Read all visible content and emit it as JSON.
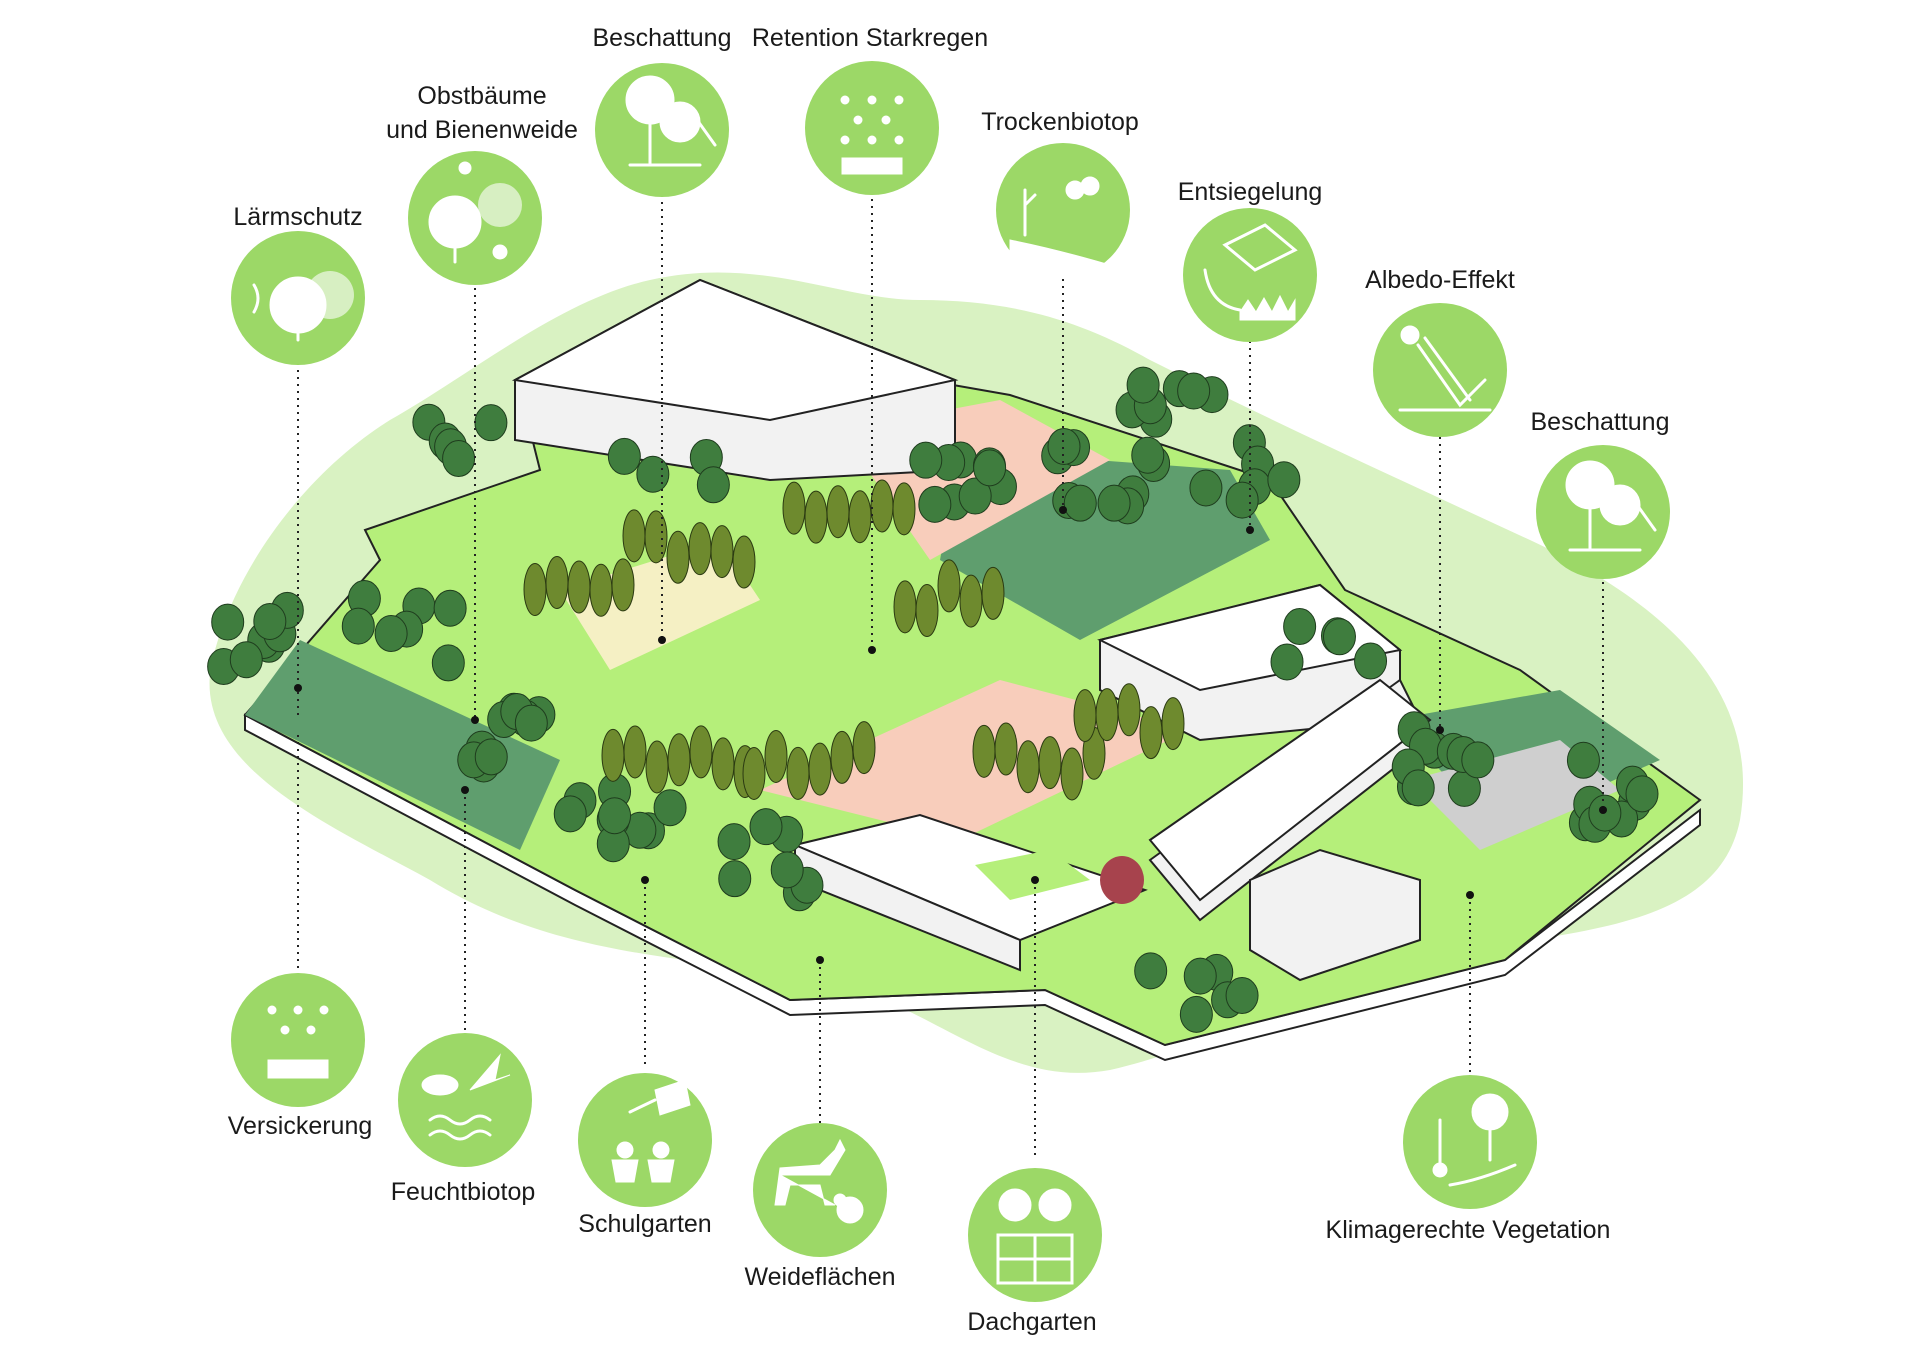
{
  "colors": {
    "badge": "#9cd867",
    "halo": "#d9f2c2",
    "lawn": "#b5ef7a",
    "deep_green": "#5f9e6e",
    "tree": "#3f7d3e",
    "poplar": "#6e8a2e",
    "plaza": "#f8cdbb",
    "building": "#f2f2f2",
    "accent_tree": "#a7434d"
  },
  "labels": {
    "laermschutz": "Lärmschutz",
    "obstbaeume_1": "Obstbäume",
    "obstbaeume_2": "und Bienenweide",
    "beschattung_1": "Beschattung",
    "retention": "Retention Starkregen",
    "trockenbiotop": "Trockenbiotop",
    "entsiegelung": "Entsiegelung",
    "albedo": "Albedo-Effekt",
    "beschattung_2": "Beschattung",
    "versickerung": "Versickerung",
    "feuchtbiotop": "Feuchtbiotop",
    "schulgarten": "Schulgarten",
    "weideflaechen": "Weideflächen",
    "dachgarten": "Dachgarten",
    "klimagerechte_vegetation": "Klimagerechte Vegetation"
  },
  "icons": {
    "laermschutz": "noise-barrier-trees-icon",
    "obstbaeume": "fruit-trees-bees-icon",
    "beschattung_1": "shading-tree-icon",
    "retention": "rain-retention-icon",
    "trockenbiotop": "dry-biotope-butterfly-icon",
    "entsiegelung": "unsealing-paving-icon",
    "albedo": "albedo-sun-reflection-icon",
    "beschattung_2": "shading-tree-icon",
    "versickerung": "rain-infiltration-icon",
    "feuchtbiotop": "wetland-frog-bird-icon",
    "schulgarten": "watering-can-plants-icon",
    "weideflaechen": "donkey-chicken-icon",
    "dachgarten": "roof-garden-icon",
    "klimagerechte_vegetation": "hand-thermometer-tree-icon"
  }
}
